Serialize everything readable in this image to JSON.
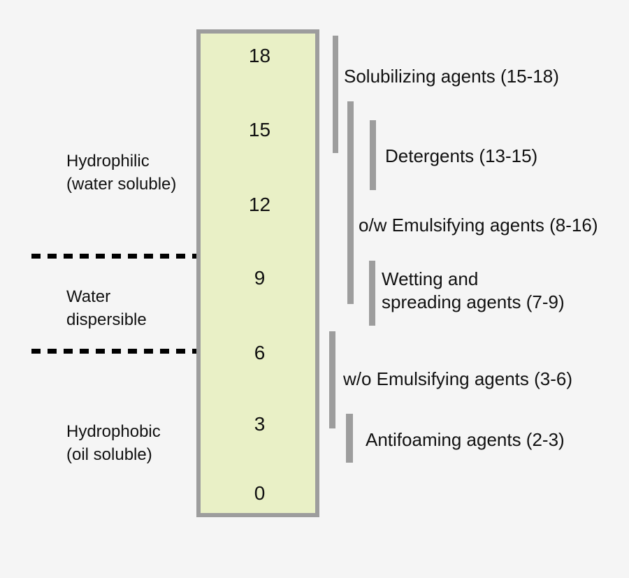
{
  "title": "HLB scale diagram",
  "colors": {
    "background": "#f5f5f5",
    "column_fill": "#e9f0c6",
    "column_border": "#9d9d9d",
    "range_bar": "#9d9d9d",
    "boundary_dash": "#000000",
    "text": "#111111"
  },
  "scale": {
    "tick_labels": [
      "18",
      "15",
      "12",
      "9",
      "6",
      "3",
      "0"
    ],
    "min": 0,
    "max": 18
  },
  "regions": [
    {
      "name": "hydrophilic",
      "line1": "Hydrophilic",
      "line2": "(water soluble)"
    },
    {
      "name": "water-dispersible",
      "line1": "Water",
      "line2": "dispersible"
    },
    {
      "name": "hydrophobic",
      "line1": "Hydrophobic",
      "line2": "(oil soluble)"
    }
  ],
  "agents": [
    {
      "name": "solubilizing",
      "label": "Solubilizing agents (15-18)",
      "range": [
        15,
        18
      ]
    },
    {
      "name": "detergents",
      "label": "Detergents (13-15)",
      "range": [
        13,
        15
      ]
    },
    {
      "name": "ow-emulsifying",
      "label": "o/w Emulsifying agents (8-16)",
      "range": [
        8,
        16
      ]
    },
    {
      "name": "wetting-spreading",
      "line1": "Wetting and",
      "line2": "spreading agents (7-9)",
      "range": [
        7,
        9
      ]
    },
    {
      "name": "wo-emulsifying",
      "label": "w/o Emulsifying agents (3-6)",
      "range": [
        3,
        6
      ]
    },
    {
      "name": "antifoaming",
      "label": "Antifoaming agents (2-3)",
      "range": [
        2,
        3
      ]
    }
  ]
}
